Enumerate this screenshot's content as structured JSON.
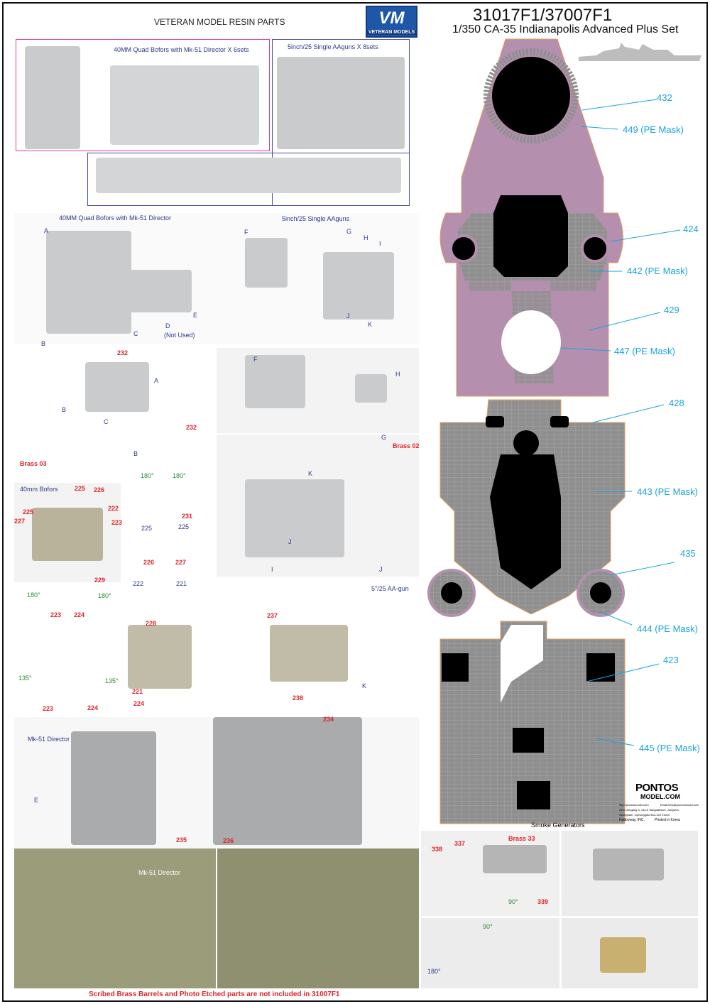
{
  "header": {
    "resin_title": "VETERAN MODEL RESIN PARTS",
    "logo_text": "VETERAN MODELS",
    "logo_mark": "VM",
    "product_code": "31017F1/37007F1",
    "product_name": "1/350 CA-35 Indianapolis Advanced Plus Set"
  },
  "resin_box": {
    "bofors_title": "40MM Quad Bofors with Mk-51 Director X 6sets",
    "aaguns_title": "5inch/25 Single AAguns X 8sets"
  },
  "parts": {
    "bofors_title": "40MM Quad Bofors with Mk-51 Director",
    "aaguns_title": "5inch/25 Single AAguns",
    "not_used": "(Not Used)"
  },
  "sections": {
    "bofors": "40mm Bofors",
    "aagun": "5\"/25 AA-gun",
    "mk51": "Mk-51 Director",
    "mk51_photo": "Mk-51 Director",
    "smoke": "Smoke Generators"
  },
  "callouts": [
    "A",
    "B",
    "C",
    "D",
    "E",
    "F",
    "G",
    "H",
    "I",
    "J",
    "K",
    "232",
    "A",
    "B",
    "C",
    "B",
    "232",
    "Brass 03",
    "F",
    "H",
    "G",
    "Brass 02",
    "K",
    "J",
    "I",
    "J",
    "225",
    "226",
    "222",
    "223",
    "225",
    "227",
    "229",
    "180°",
    "180°",
    "231",
    "225",
    "225",
    "226",
    "227",
    "222",
    "221",
    "180°",
    "180°",
    "223",
    "224",
    "135°",
    "135°",
    "223",
    "224",
    "228",
    "221",
    "224",
    "237",
    "238",
    "K",
    "E",
    "235",
    "234",
    "236",
    "338",
    "337",
    "Brass 33",
    "339",
    "90°",
    "90°",
    "180°"
  ],
  "deck_labels": [
    "432",
    "449 (PE Mask)",
    "424",
    "442 (PE Mask)",
    "429",
    "447 (PE Mask)",
    "428",
    "443 (PE Mask)",
    "435",
    "444 (PE Mask)",
    "423",
    "445 (PE Mask)"
  ],
  "pontos": {
    "logo": "PONTOS",
    "domain": "MODEL.COM",
    "web": "http://pontosmodel.com",
    "email": "Email:help@pontosmodel.com",
    "address1": "#910 Jungang 3, 144-5 Sangdaewon, Jungwon,",
    "address2": "Seongnam, Gyeonggido 462-120 Korea",
    "maker": "Hobbyway, INC.",
    "printed": "Printed in Korea"
  },
  "footer": {
    "note": "Scribed Brass Barrels and Photo Etched parts are not included in 31007F1"
  },
  "colors": {
    "deck": "#b58fae",
    "grid": "#8c8c8c",
    "label": "#1aa3e0",
    "callout_red": "#e0242a",
    "callout_navy": "#2b3a8c"
  }
}
